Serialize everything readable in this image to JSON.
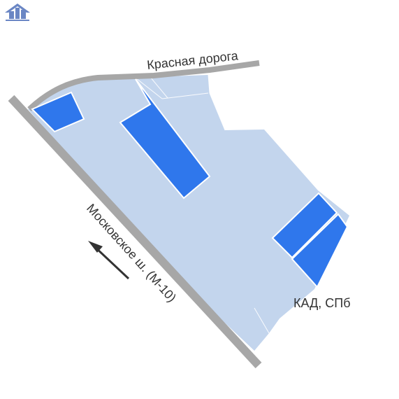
{
  "map": {
    "colors": {
      "background": "#ffffff",
      "land": "#c3d5ed",
      "plot": "#2f77ec",
      "road": "#a7a7a7",
      "plot_edge": "#ffffff",
      "label": "#333333",
      "logo": "#6a86c4"
    },
    "labels": {
      "krasnaya_road": "Красная дорога",
      "moskovskoe_highway": "Московское ш. (М-10)",
      "kad": "КАД, СПб"
    },
    "direction_arrow": {
      "icon": "arrow-icon",
      "meaning": "toward moskovskoe highway"
    },
    "logo": {
      "icon": "house-logo-icon"
    }
  }
}
